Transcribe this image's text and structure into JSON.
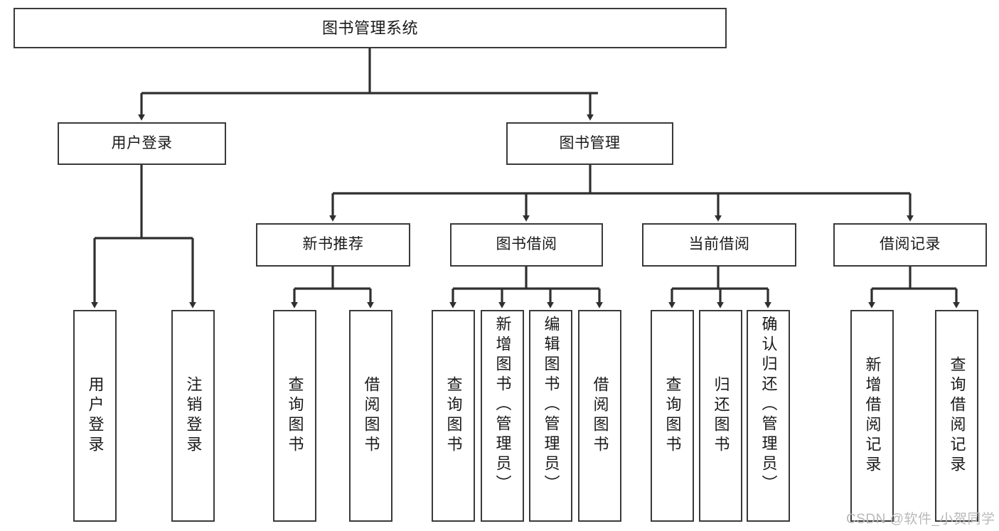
{
  "diagram": {
    "title": "图书管理系统",
    "type": "tree",
    "orientation": "top-down",
    "colors": {
      "box_border": "#3a3a3a",
      "box_fill": "#ffffff",
      "connector": "#2f2f2f",
      "text": "#1a1a1a",
      "watermark": "#b9b9b9",
      "background": "#ffffff"
    },
    "nodes": {
      "root": {
        "label": "图书管理系统",
        "level": 0
      },
      "level1": [
        {
          "id": "user-login",
          "label": "用户登录"
        },
        {
          "id": "book-manage",
          "label": "图书管理"
        }
      ],
      "level2": [
        {
          "id": "new-book-rec",
          "label": "新书推荐",
          "parent": "book-manage"
        },
        {
          "id": "book-borrow",
          "label": "图书借阅",
          "parent": "book-manage"
        },
        {
          "id": "current-borrow",
          "label": "当前借阅",
          "parent": "book-manage"
        },
        {
          "id": "borrow-record",
          "label": "借阅记录",
          "parent": "book-manage"
        }
      ],
      "leaves": {
        "user-login": [
          {
            "id": "leaf-user-login",
            "label": "用户登录"
          },
          {
            "id": "leaf-logout",
            "label": "注销登录"
          }
        ],
        "new-book-rec": [
          {
            "id": "leaf-query-book-1",
            "label": "查询图书"
          },
          {
            "id": "leaf-borrow-book-1",
            "label": "借阅图书"
          }
        ],
        "book-borrow": [
          {
            "id": "leaf-query-book-2",
            "label": "查询图书"
          },
          {
            "id": "leaf-add-book",
            "label": "新增图书（管理员）"
          },
          {
            "id": "leaf-edit-book",
            "label": "编辑图书（管理员）"
          },
          {
            "id": "leaf-borrow-book-2",
            "label": "借阅图书"
          }
        ],
        "current-borrow": [
          {
            "id": "leaf-query-book-3",
            "label": "查询图书"
          },
          {
            "id": "leaf-return-book",
            "label": "归还图书"
          },
          {
            "id": "leaf-confirm-return",
            "label": "确认归还（管理员）"
          }
        ],
        "borrow-record": [
          {
            "id": "leaf-add-record",
            "label": "新增借阅记录"
          },
          {
            "id": "leaf-query-record",
            "label": "查询借阅记录"
          }
        ]
      }
    },
    "watermark": "CSDN @软件_小贺同学"
  }
}
